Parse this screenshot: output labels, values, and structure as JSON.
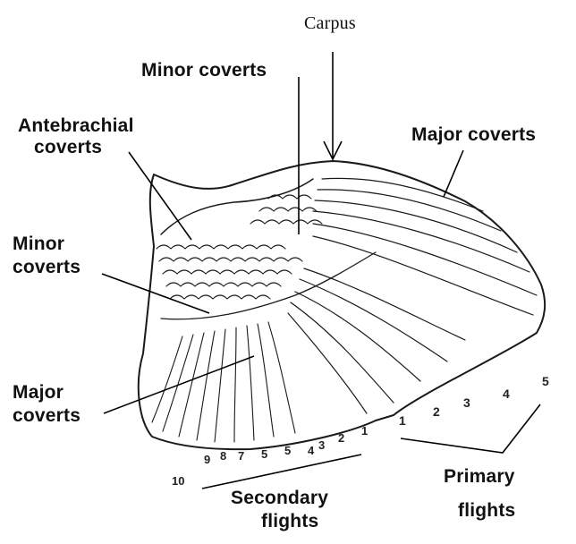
{
  "labels": {
    "carpus": "Carpus",
    "minor_coverts_top": "Minor coverts",
    "antebrachial_line1": "Antebrachial",
    "antebrachial_line2": "coverts",
    "major_coverts_top": "Major coverts",
    "minor_coverts_left_line1": "Minor",
    "minor_coverts_left_line2": "coverts",
    "major_coverts_left_line1": "Major",
    "major_coverts_left_line2": "coverts",
    "secondary_line1": "Secondary",
    "secondary_line2": "flights",
    "primary_line1": "Primary",
    "primary_line2": "flights"
  },
  "primary_numbers": [
    "1",
    "2",
    "3",
    "4",
    "5"
  ],
  "secondary_numbers": [
    "1",
    "2",
    "3",
    "4",
    "5",
    "5",
    "7",
    "8",
    "9",
    "10"
  ]
}
